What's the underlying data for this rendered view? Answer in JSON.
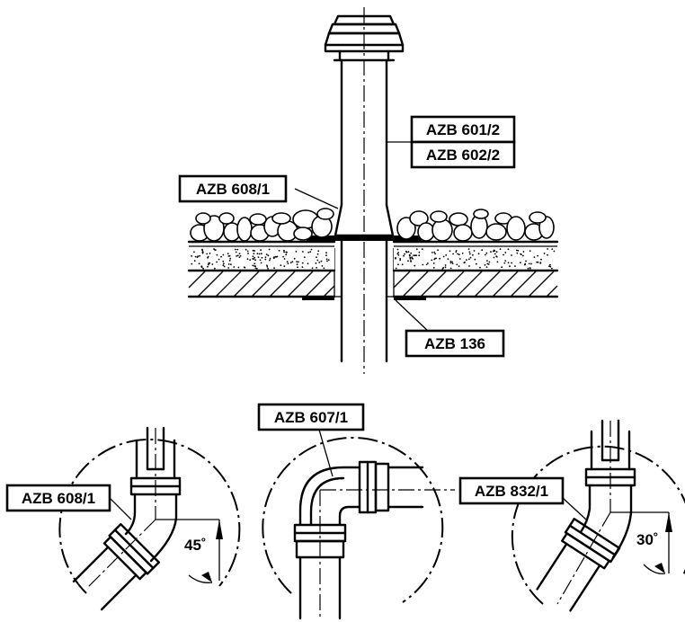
{
  "labels": {
    "azb_601_2": "AZB 601/2",
    "azb_602_2": "AZB 602/2",
    "azb_608_1_top": "AZB 608/1",
    "azb_136": "AZB 136",
    "azb_607_1": "AZB 607/1",
    "azb_608_1_left": "AZB 608/1",
    "azb_832_1": "AZB 832/1"
  },
  "angles": {
    "left_detail": "45˚",
    "right_detail": "30˚"
  }
}
